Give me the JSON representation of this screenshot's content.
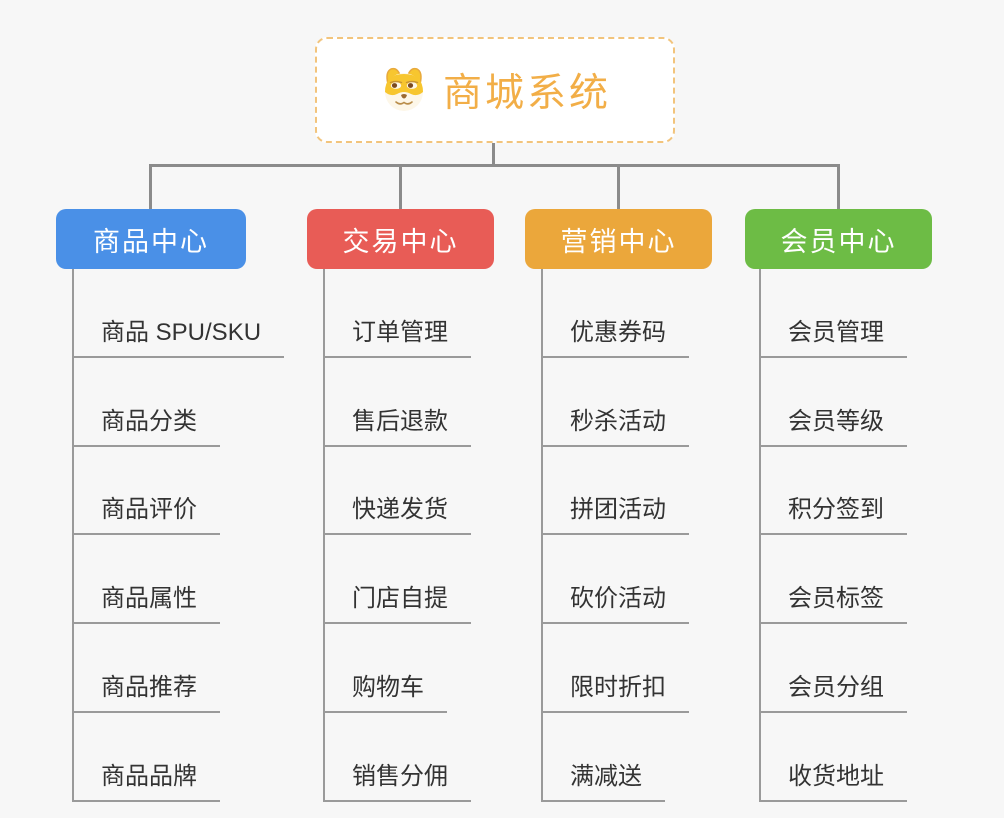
{
  "diagram": {
    "type": "mindmap-org-chart",
    "background_color": "#f7f7f7",
    "connector_color": "#8b8b8b",
    "leaf_line_color": "#9a9a9a",
    "root": {
      "title": "商城系统",
      "icon": "dog-face-icon",
      "text_color": "#f2ae47",
      "border_color": "#f2c47c",
      "background": "#ffffff"
    },
    "branches": [
      {
        "label": "商品中心",
        "color": "#4a90e7",
        "items": [
          "商品 SPU/SKU",
          "商品分类",
          "商品评价",
          "商品属性",
          "商品推荐",
          "商品品牌"
        ]
      },
      {
        "label": "交易中心",
        "color": "#e85c56",
        "items": [
          "订单管理",
          "售后退款",
          "快递发货",
          "门店自提",
          "购物车",
          "销售分佣"
        ]
      },
      {
        "label": "营销中心",
        "color": "#eba73b",
        "items": [
          "优惠券码",
          "秒杀活动",
          "拼团活动",
          "砍价活动",
          "限时折扣",
          "满减送"
        ]
      },
      {
        "label": "会员中心",
        "color": "#6dbc45",
        "items": [
          "会员管理",
          "会员等级",
          "积分签到",
          "会员标签",
          "会员分组",
          "收货地址"
        ]
      }
    ]
  }
}
